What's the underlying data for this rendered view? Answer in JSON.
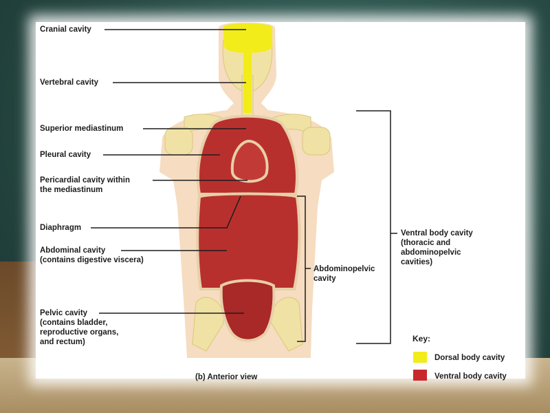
{
  "labels": {
    "cranial": "Cranial cavity",
    "vertebral": "Vertebral cavity",
    "superior_mediastinum": "Superior mediastinum",
    "pleural": "Pleural cavity",
    "pericardial": "Pericardial cavity within\nthe mediastinum",
    "diaphragm": "Diaphragm",
    "abdominal": "Abdominal cavity\n(contains digestive viscera)",
    "pelvic": "Pelvic cavity\n(contains bladder,\nreproductive organs,\nand rectum)",
    "abdominopelvic": "Abdominopelvic\ncavity",
    "ventral": "Ventral body cavity\n(thoracic and\nabdominopelvic\ncavities)",
    "view": "(b) Anterior view"
  },
  "key": {
    "title": "Key:",
    "items": [
      {
        "label": "Dorsal body cavity",
        "color": "#f2ec1a"
      },
      {
        "label": "Ventral body cavity",
        "color": "#c8282d"
      }
    ]
  },
  "colors": {
    "body": "#f6dcc0",
    "bone": "#f0e2a4",
    "dorsal": "#f2ec1a",
    "ventral": "#b8302e"
  }
}
